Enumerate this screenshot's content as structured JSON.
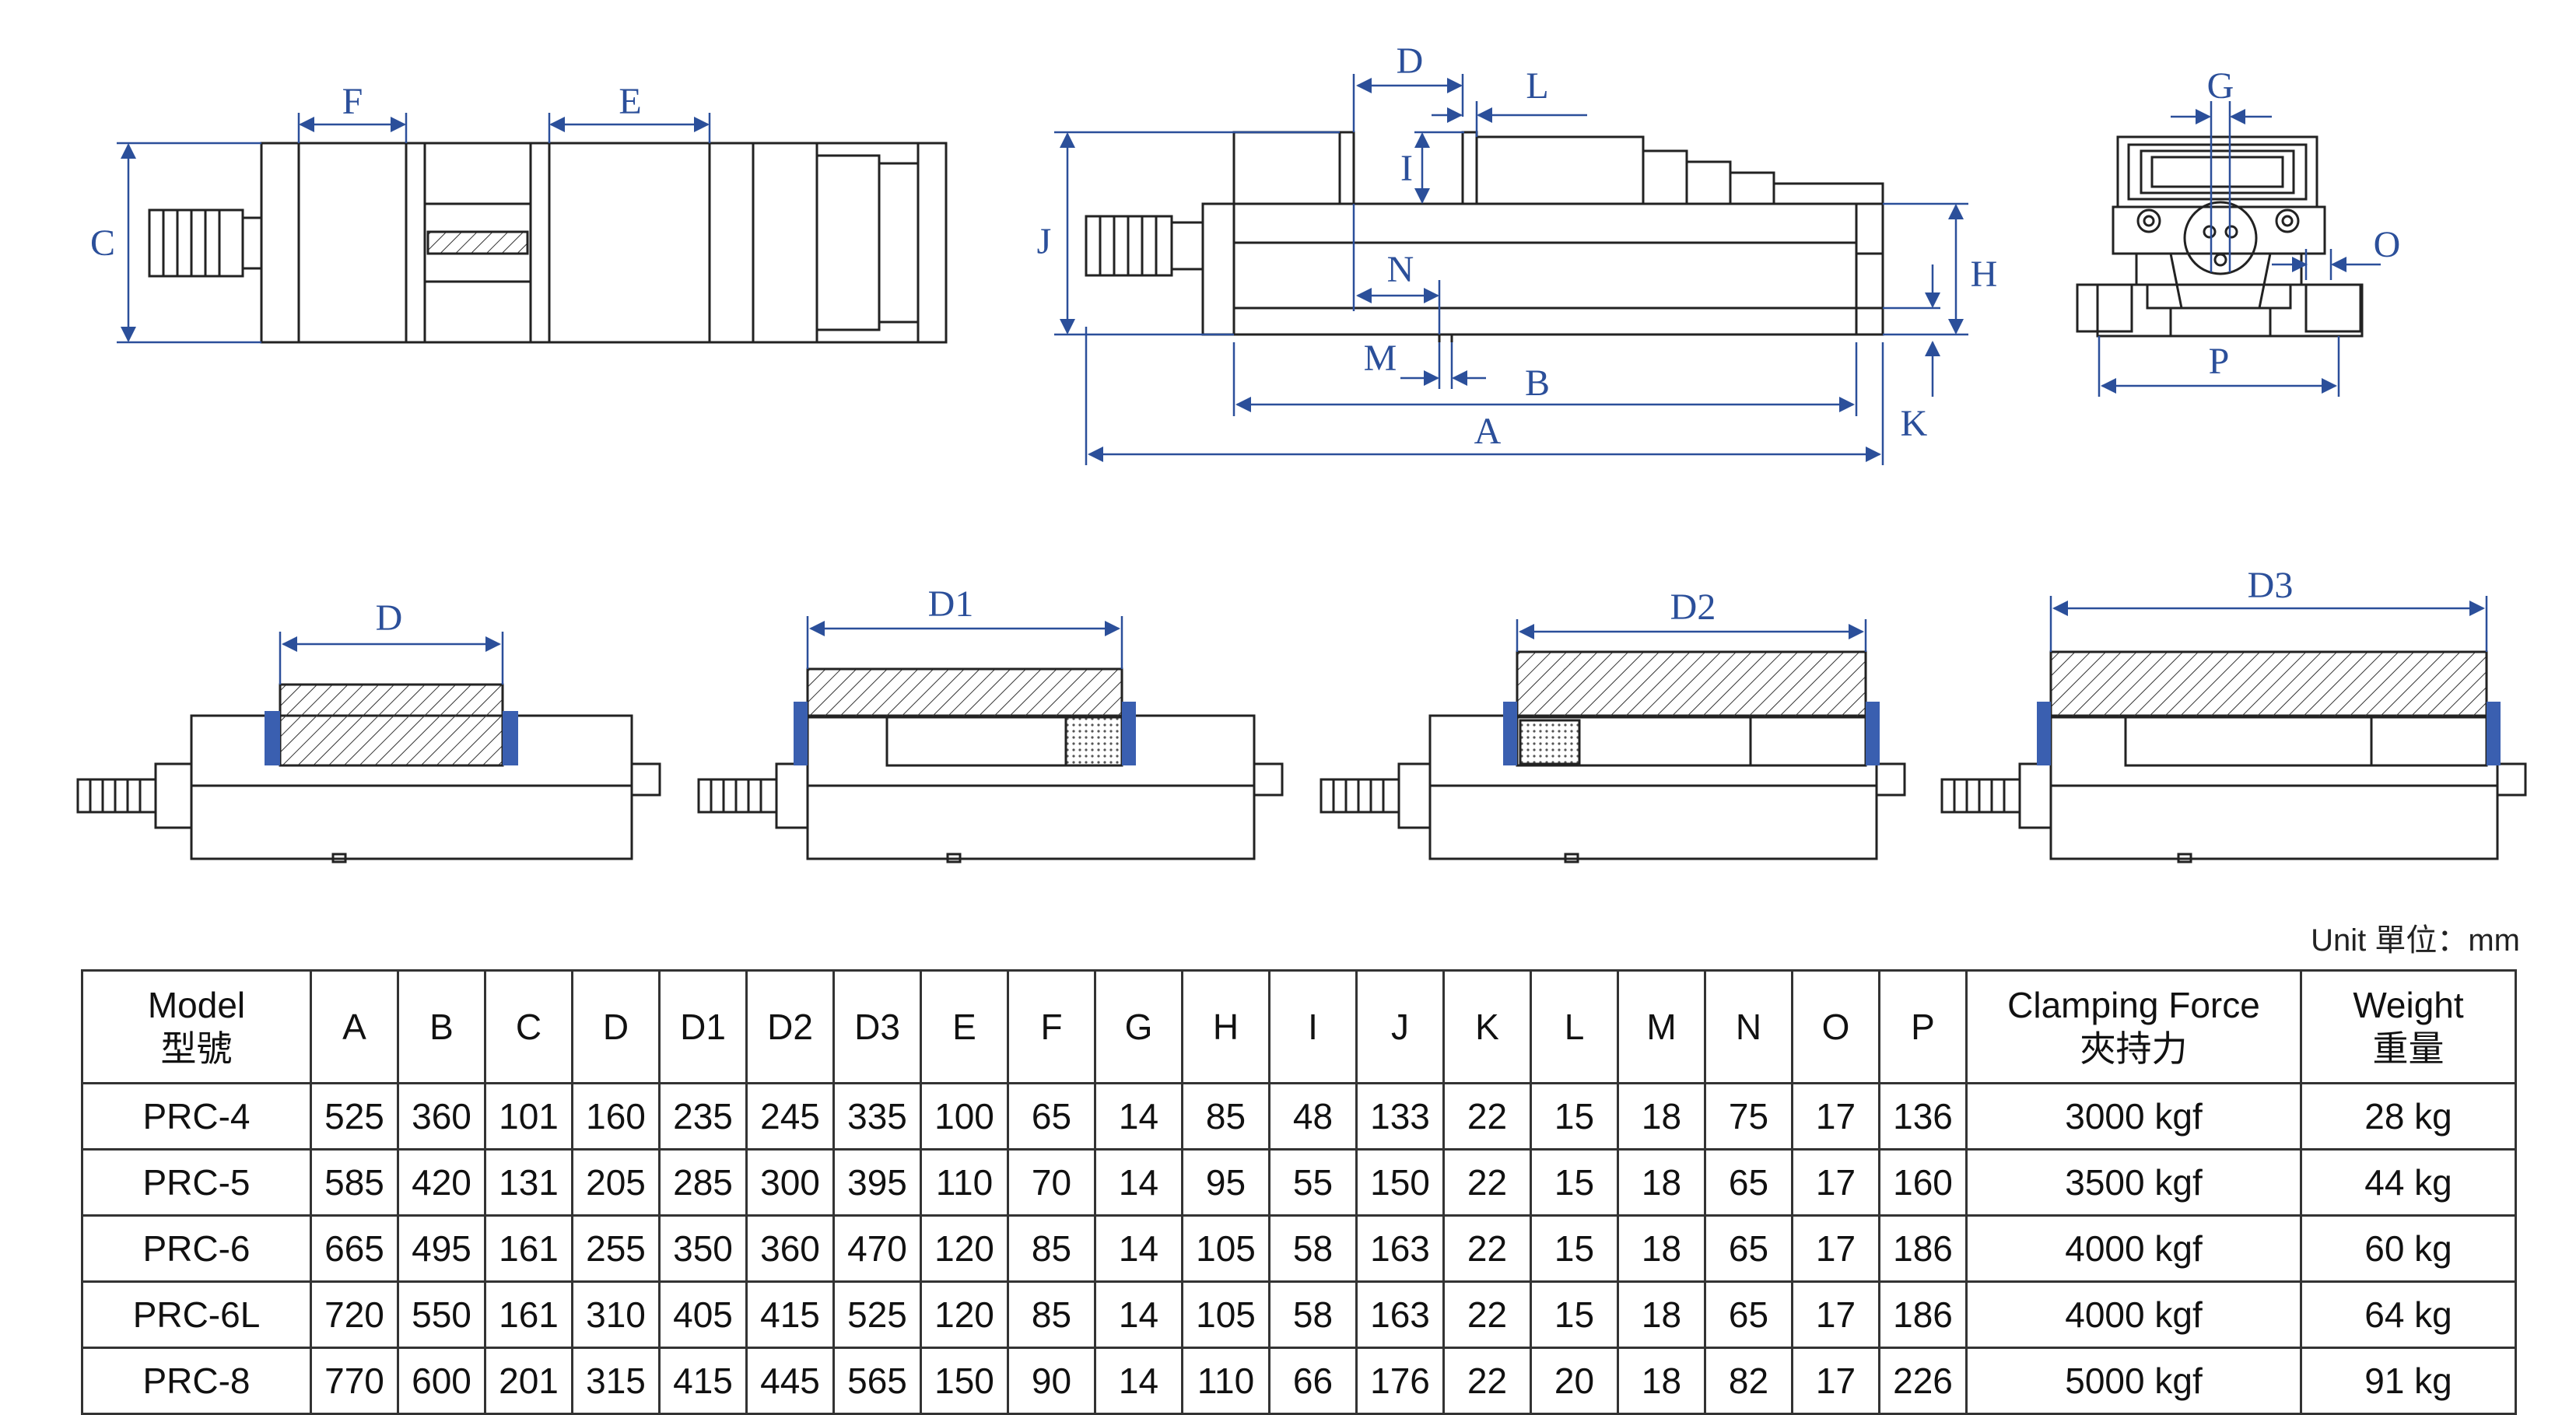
{
  "dimension_labels": {
    "top_view": [
      "F",
      "E",
      "C"
    ],
    "side_view": [
      "D",
      "L",
      "I",
      "J",
      "N",
      "M",
      "B",
      "A",
      "H",
      "K"
    ],
    "end_view": [
      "G",
      "O",
      "P"
    ],
    "jaw_views": [
      "D",
      "D1",
      "D2",
      "D3"
    ]
  },
  "unit_label": "Unit 單位：mm",
  "table": {
    "headers": [
      {
        "key": "model",
        "lines": [
          "Model",
          "型號"
        ]
      },
      {
        "key": "A",
        "lines": [
          "A"
        ]
      },
      {
        "key": "B",
        "lines": [
          "B"
        ]
      },
      {
        "key": "C",
        "lines": [
          "C"
        ]
      },
      {
        "key": "D",
        "lines": [
          "D"
        ]
      },
      {
        "key": "D1",
        "lines": [
          "D1"
        ]
      },
      {
        "key": "D2",
        "lines": [
          "D2"
        ]
      },
      {
        "key": "D3",
        "lines": [
          "D3"
        ]
      },
      {
        "key": "E",
        "lines": [
          "E"
        ]
      },
      {
        "key": "F",
        "lines": [
          "F"
        ]
      },
      {
        "key": "G",
        "lines": [
          "G"
        ]
      },
      {
        "key": "H",
        "lines": [
          "H"
        ]
      },
      {
        "key": "I",
        "lines": [
          "I"
        ]
      },
      {
        "key": "J",
        "lines": [
          "J"
        ]
      },
      {
        "key": "K",
        "lines": [
          "K"
        ]
      },
      {
        "key": "L",
        "lines": [
          "L"
        ]
      },
      {
        "key": "M",
        "lines": [
          "M"
        ]
      },
      {
        "key": "N",
        "lines": [
          "N"
        ]
      },
      {
        "key": "O",
        "lines": [
          "O"
        ]
      },
      {
        "key": "P",
        "lines": [
          "P"
        ]
      },
      {
        "key": "clamping",
        "lines": [
          "Clamping Force",
          "夾持力"
        ]
      },
      {
        "key": "weight",
        "lines": [
          "Weight",
          "重量"
        ]
      }
    ],
    "rows": [
      [
        "PRC-4",
        "525",
        "360",
        "101",
        "160",
        "235",
        "245",
        "335",
        "100",
        "65",
        "14",
        "85",
        "48",
        "133",
        "22",
        "15",
        "18",
        "75",
        "17",
        "136",
        "3000 kgf",
        "28 kg"
      ],
      [
        "PRC-5",
        "585",
        "420",
        "131",
        "205",
        "285",
        "300",
        "395",
        "110",
        "70",
        "14",
        "95",
        "55",
        "150",
        "22",
        "15",
        "18",
        "65",
        "17",
        "160",
        "3500 kgf",
        "44 kg"
      ],
      [
        "PRC-6",
        "665",
        "495",
        "161",
        "255",
        "350",
        "360",
        "470",
        "120",
        "85",
        "14",
        "105",
        "58",
        "163",
        "22",
        "15",
        "18",
        "65",
        "17",
        "186",
        "4000 kgf",
        "60 kg"
      ],
      [
        "PRC-6L",
        "720",
        "550",
        "161",
        "310",
        "405",
        "415",
        "525",
        "120",
        "85",
        "14",
        "105",
        "58",
        "163",
        "22",
        "15",
        "18",
        "65",
        "17",
        "186",
        "4000 kgf",
        "64 kg"
      ],
      [
        "PRC-8",
        "770",
        "600",
        "201",
        "315",
        "415",
        "445",
        "565",
        "150",
        "90",
        "14",
        "110",
        "66",
        "176",
        "22",
        "20",
        "18",
        "82",
        "17",
        "226",
        "5000 kgf",
        "91 kg"
      ]
    ]
  },
  "colors": {
    "dimension": "#2b4f9a",
    "jaw_blue": "#3a5fb0",
    "line": "#222222"
  }
}
